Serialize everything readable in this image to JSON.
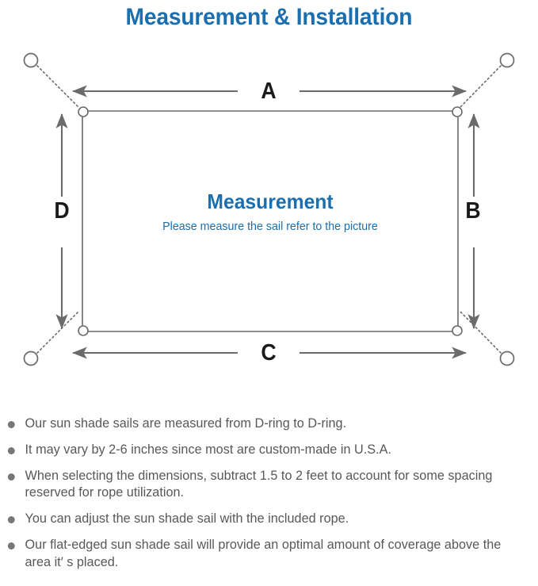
{
  "page": {
    "title": "Measurement & Installation",
    "title_color": "#1b6fae",
    "background": "#ffffff"
  },
  "diagram": {
    "name": "sun-shade-sail-measurement-diagram",
    "sail": {
      "center_heading": "Measurement",
      "center_subtitle": "Please measure the sail refer to the picture",
      "text_color": "#1b6fae",
      "outline_color": "#6b6b6b"
    },
    "dimension_labels": {
      "top": "A",
      "right": "B",
      "bottom": "C",
      "left": "D"
    },
    "corners": [
      {
        "name": "top-left",
        "d_ring": true,
        "anchor": true
      },
      {
        "name": "top-right",
        "d_ring": true,
        "anchor": true
      },
      {
        "name": "bottom-left",
        "d_ring": true,
        "anchor": true
      },
      {
        "name": "bottom-right",
        "d_ring": true,
        "anchor": true
      }
    ],
    "rope_style": "dotted",
    "arrow_color": "#6b6b6b"
  },
  "notes": [
    "Our sun shade sails are measured from D-ring to D-ring.",
    "It may vary by 2-6 inches since most are custom-made in U.S.A.",
    "When selecting the dimensions, subtract 1.5 to 2 feet to account for some spacing reserved for rope utilization.",
    "You can adjust the sun shade sail with the included rope.",
    "Our flat-edged sun shade sail will provide an optimal amount of coverage above the area it′ s placed."
  ]
}
